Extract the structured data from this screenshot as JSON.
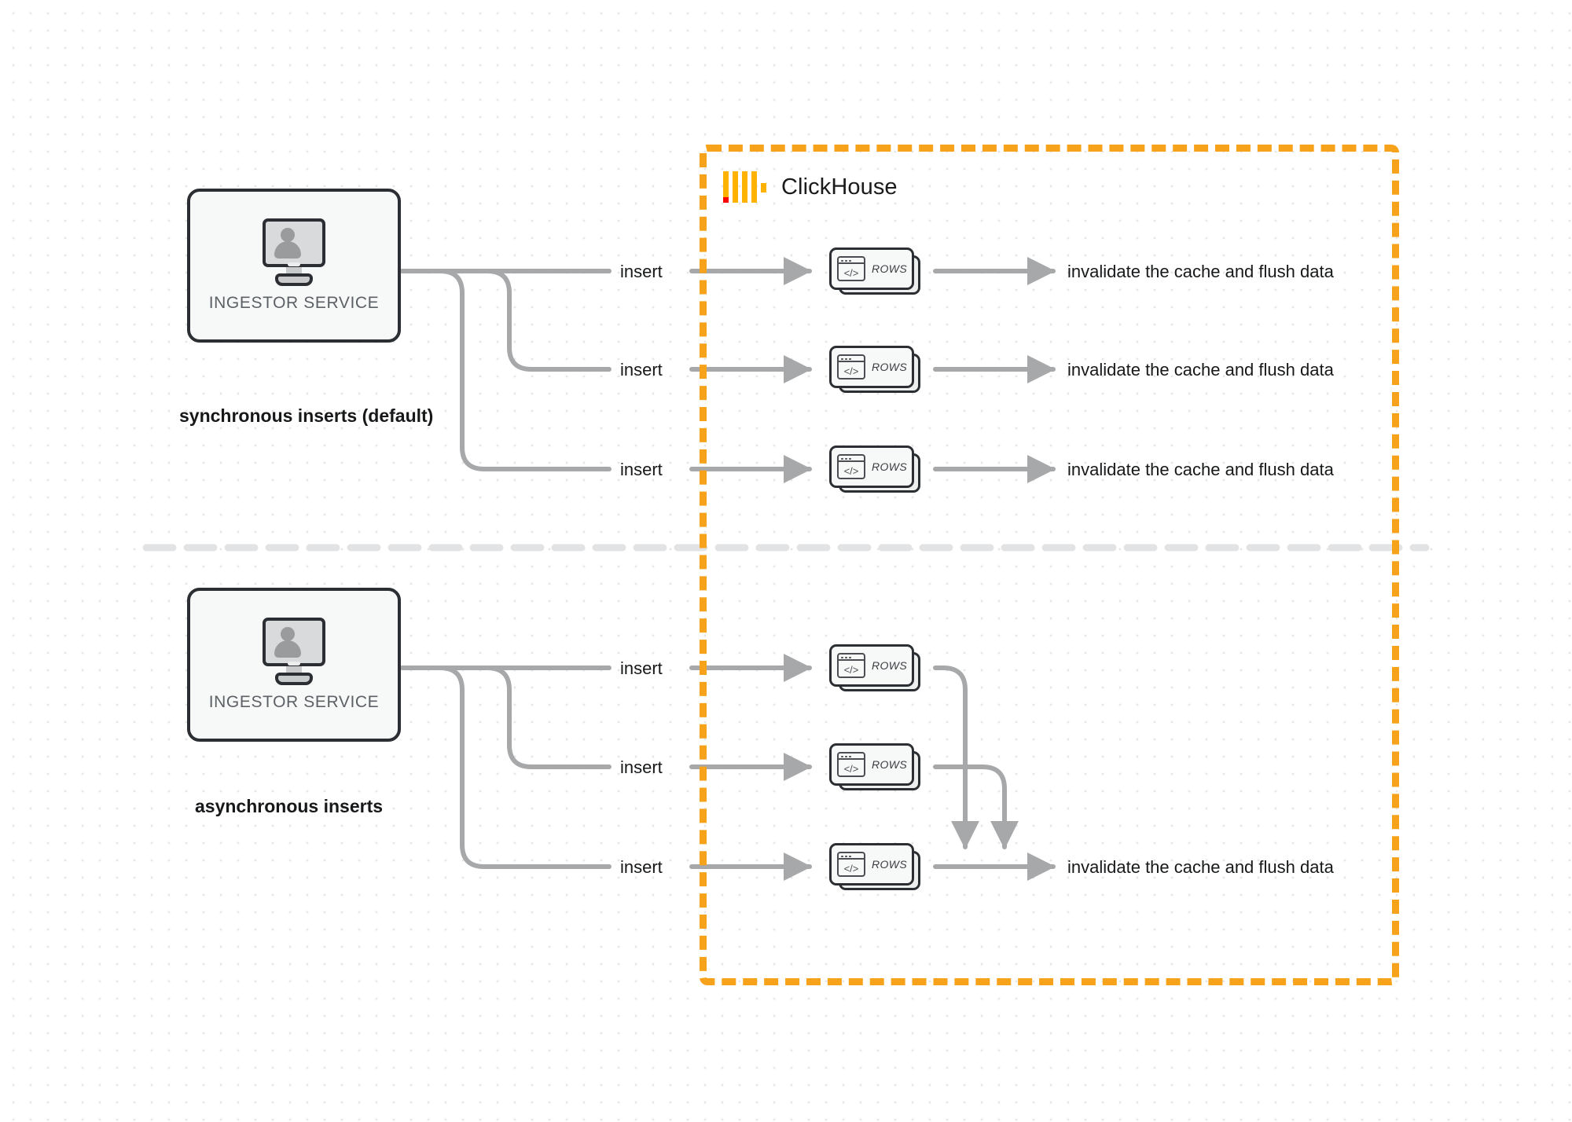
{
  "diagram": {
    "title": "ClickHouse synchronous vs asynchronous inserts",
    "colors": {
      "clickhouse_orange": "#F7A21B",
      "logo_amber": "#FFB300",
      "logo_red": "#FF0000",
      "connector_gray": "#A6A8AA",
      "box_outline": "#2b2f33",
      "divider_gray": "#E2E3E4",
      "background": "#FFFFFF"
    }
  },
  "clickhouse": {
    "brand_name": "ClickHouse",
    "logo_icon": "clickhouse-logo-icon"
  },
  "sections": [
    {
      "id": "synchronous",
      "caption": "synchronous inserts (default)",
      "source": {
        "label": "INGESTOR SERVICE",
        "icon": "monitor-user-icon"
      },
      "flows": [
        {
          "insert_label": "insert",
          "node_label": "ROWS",
          "node_icon": "code-window-icon",
          "output_label": "invalidate the cache and flush data"
        },
        {
          "insert_label": "insert",
          "node_label": "ROWS",
          "node_icon": "code-window-icon",
          "output_label": "invalidate the cache and flush data"
        },
        {
          "insert_label": "insert",
          "node_label": "ROWS",
          "node_icon": "code-window-icon",
          "output_label": "invalidate the cache and flush data"
        }
      ]
    },
    {
      "id": "asynchronous",
      "caption": "asynchronous inserts",
      "source": {
        "label": "INGESTOR SERVICE",
        "icon": "monitor-user-icon"
      },
      "flows": [
        {
          "insert_label": "insert",
          "node_label": "ROWS",
          "node_icon": "code-window-icon",
          "output_label": ""
        },
        {
          "insert_label": "insert",
          "node_label": "ROWS",
          "node_icon": "code-window-icon",
          "output_label": ""
        },
        {
          "insert_label": "insert",
          "node_label": "ROWS",
          "node_icon": "code-window-icon",
          "output_label": "invalidate the cache and flush data"
        }
      ],
      "merged_output_label": "invalidate the cache and flush data"
    }
  ]
}
